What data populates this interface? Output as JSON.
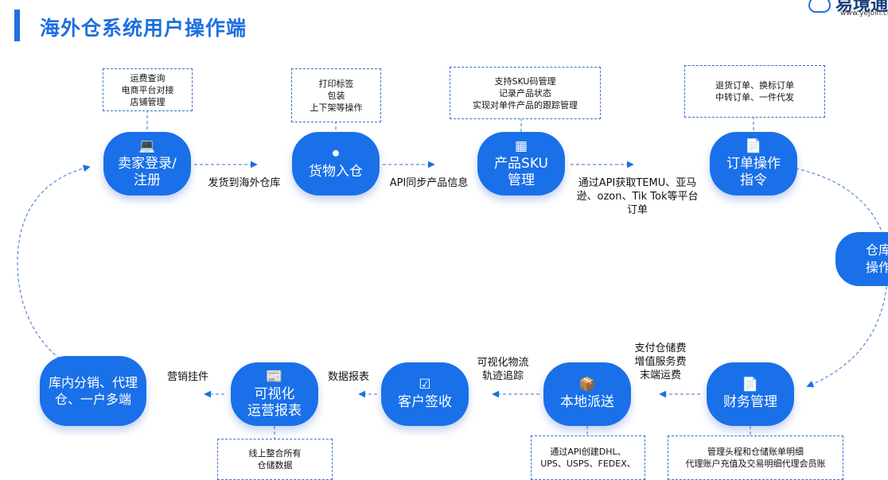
{
  "page": {
    "title": "海外仓系统用户操作端",
    "logo": {
      "name": "易境通",
      "url": "www.yejoin.com"
    }
  },
  "nodes": {
    "seller_login": {
      "icon": "laptop-lock-icon",
      "label": "卖家登录/\n注册"
    },
    "goods_inbound": {
      "icon": "warehouse-icon",
      "label": "货物入仓"
    },
    "product_sku": {
      "icon": "grid-icon",
      "label": "产品SKU\n管理"
    },
    "order_ops": {
      "icon": "document-search-icon",
      "label": "订单操作\n指令"
    },
    "warehouse_ops": {
      "label": "仓库\n操作审"
    },
    "finance": {
      "icon": "document-search-icon",
      "label": "财务管理"
    },
    "local_delivery": {
      "icon": "hand-package-icon",
      "label": "本地派送"
    },
    "customer_sign": {
      "icon": "clipboard-check-icon",
      "label": "客户签收"
    },
    "visual_report": {
      "icon": "report-icon",
      "label": "可视化\n运营报表"
    },
    "distribution": {
      "label": "库内分销、代理\n仓、一户多端"
    }
  },
  "notes": {
    "seller_login": "运费查询\n电商平台对接\n店铺管理",
    "goods_inbound": "打印标签\n包装\n上下架等操作",
    "product_sku": "支持SKU码管理\n记录产品状态\n实现对单件产品的跟踪管理",
    "order_ops": "退货订单、换标订单\n中转订单、一件代发",
    "visual_report": "线上整合所有\n仓储数据",
    "local_delivery": "通过API创建DHL、\nUPS、USPS、FEDEX、",
    "finance": "管理头程和仓储账单明细\n代理账户充值及交易明细代理会员账"
  },
  "edges": {
    "ship_to_warehouse": "发货到海外仓库",
    "api_sync": "API同步产品信息",
    "api_fetch": "通过API获取TEMU、亚马\n逊、ozon、Tik Tok等平台\n订单",
    "fees": "支付仓储费\n增值服务费\n末端运费",
    "logistics": "可视化物流\n轨迹追踪",
    "data_report": "数据报表",
    "marketing": "营销挂件"
  },
  "colors": {
    "primary": "#1a70e8",
    "title": "#1f6fe0",
    "dash": "#3a6fd6"
  }
}
